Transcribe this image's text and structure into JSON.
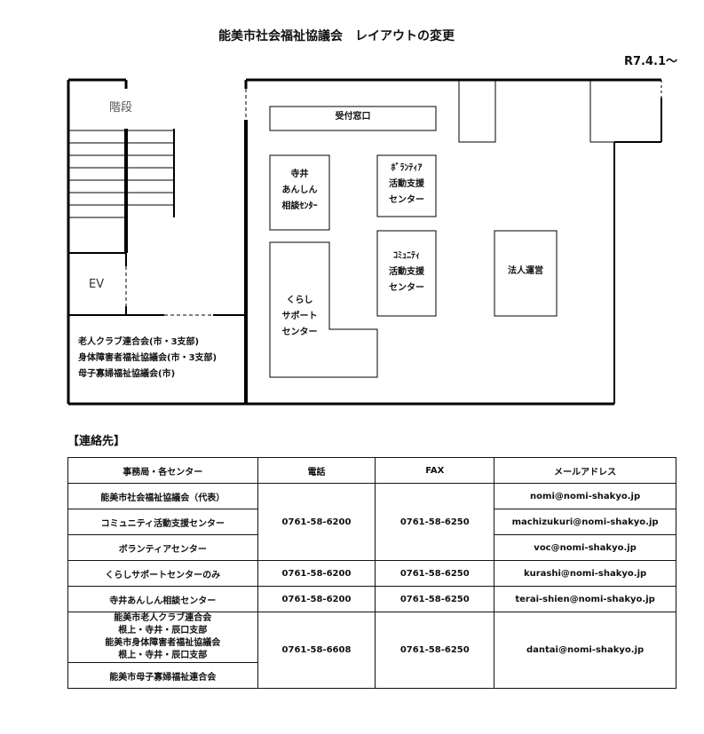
{
  "header": {
    "title": "能美市社会福祉協議会　レイアウトの変更",
    "date": "R7.4.1～"
  },
  "floor_plan": {
    "stairs": "階段",
    "ev": "EV",
    "reception": "受付窓口",
    "terai_lines": [
      "寺井",
      "あんしん",
      "相談ｾﾝﾀｰ"
    ],
    "volunteer_lines": [
      "ﾎﾞﾗﾝﾃｨｱ",
      "活動支援",
      "センター"
    ],
    "community_lines": [
      "ｺﾐｭﾆﾃｨ",
      "活動支援",
      "センター"
    ],
    "kurashi_lines": [
      "くらし",
      "サポート",
      "センター"
    ],
    "corporate": "法人運営",
    "clubs_lines": [
      "老人クラブ連合会(市・3支部)",
      "身体障害者福祉協議会(市・3支部)",
      "母子寡婦福祉協議会(市)"
    ]
  },
  "contacts": {
    "title": "【連絡先】",
    "headers": [
      "事務局・各センター",
      "電話",
      "FAX",
      "メールアドレス"
    ],
    "row1_name": "能美市社会福祉協議会（代表）",
    "row1_email": "nomi@nomi-shakyo.jp",
    "row2_name": "コミュニティ活動支援センター",
    "row2_email": "machizukuri@nomi-shakyo.jp",
    "row3_name": "ボランティアセンター",
    "row3_email": "voc@nomi-shakyo.jp",
    "group1_tel": "0761-58-6200",
    "group1_fax": "0761-58-6250",
    "row4_name": "くらしサポートセンターのみ",
    "row4_tel": "0761-58-6200",
    "row4_fax": "0761-58-6250",
    "row4_email": "kurashi@nomi-shakyo.jp",
    "row5_name": "寺井あんしん相談センター",
    "row5_tel": "0761-58-6200",
    "row5_fax": "0761-58-6250",
    "row5_email": "terai-shien@nomi-shakyo.jp",
    "row6_name_a": "能美市老人クラブ連合会",
    "row6_name_b": "根上・寺井・辰口支部",
    "row7_name_a": "能美市身体障害者福祉協議会",
    "row7_name_b": "根上・寺井・辰口支部",
    "row8_name": "能美市母子寡婦福祉連合会",
    "group2_tel": "0761-58-6608",
    "group2_fax": "0761-58-6250",
    "group2_email": "dantai@nomi-shakyo.jp"
  }
}
